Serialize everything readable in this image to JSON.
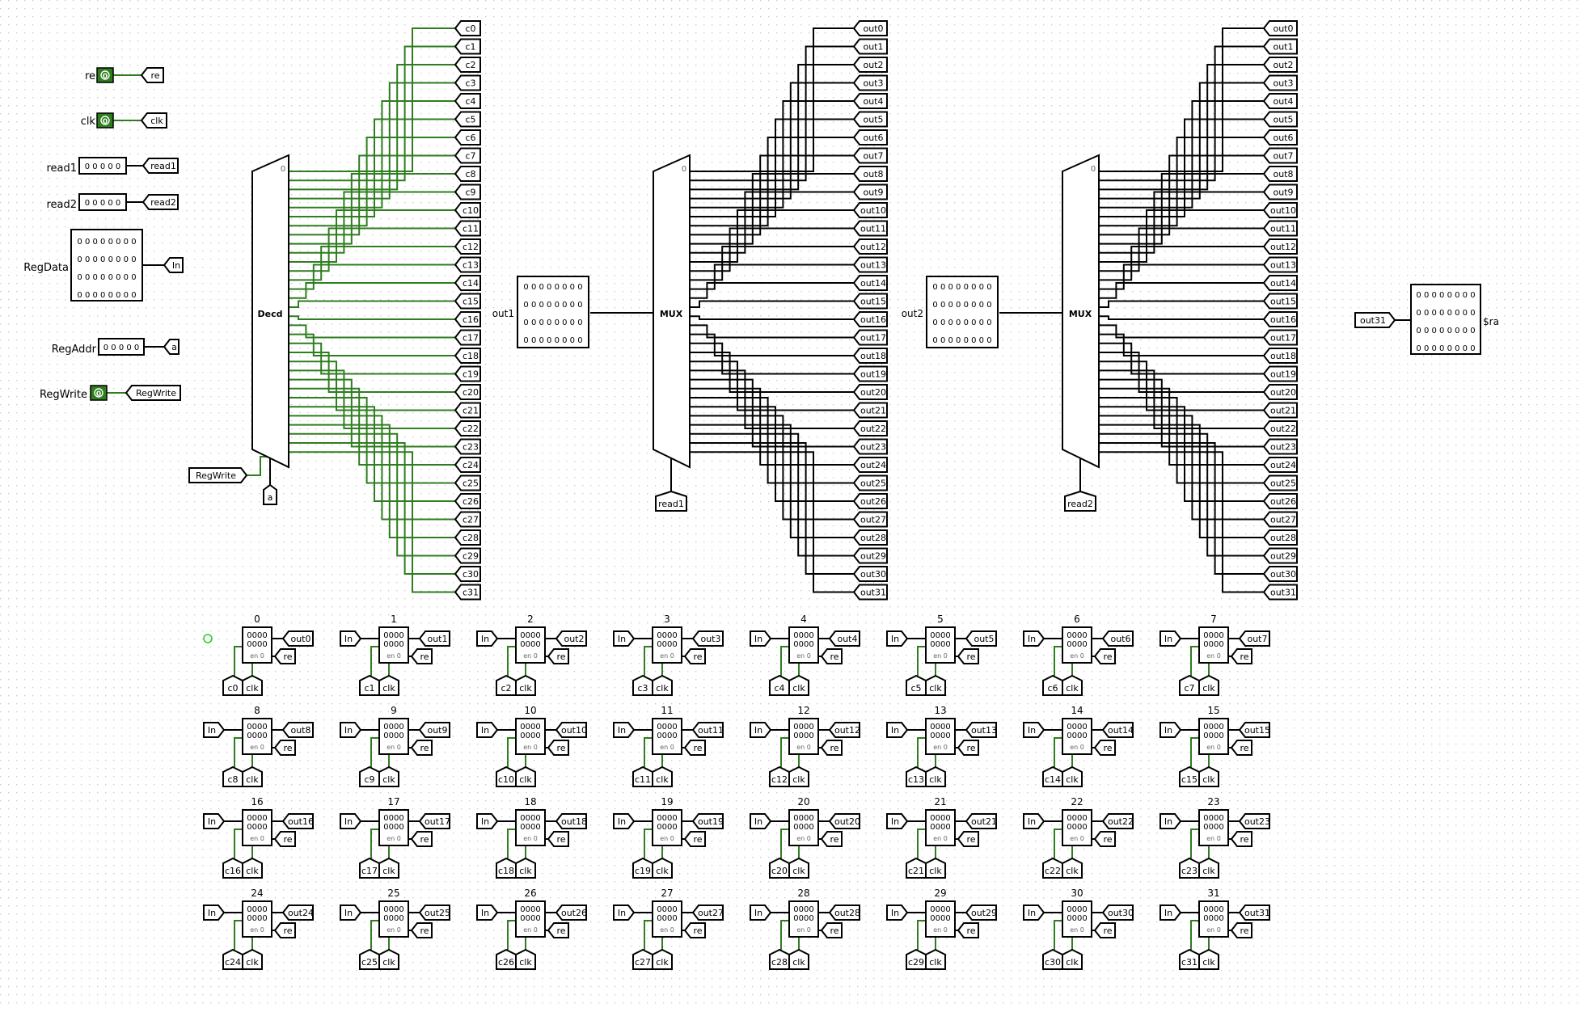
{
  "colors": {
    "wire_active": "#2e7d1f",
    "wire_idle": "#000000",
    "pin_fill": "#2e7d1f",
    "grid_dot": "#c8c8c8",
    "reset_indicator": "#22cc22",
    "background": "#ffffff"
  },
  "icons": {
    "reset": "circle-outline-icon"
  },
  "inputs": {
    "re": {
      "label": "re",
      "value": "0",
      "tunnel": "re"
    },
    "clk": {
      "label": "clk",
      "value": "0",
      "tunnel": "clk"
    },
    "read1": {
      "label": "read1",
      "value": "0 0 0 0 0",
      "tunnel": "read1"
    },
    "read2": {
      "label": "read2",
      "value": "0 0 0 0 0",
      "tunnel": "read2"
    },
    "regdata": {
      "label": "RegData",
      "rows": [
        "0 0 0 0 0 0 0 0",
        "0 0 0 0 0 0 0 0",
        "0 0 0 0 0 0 0 0",
        "0 0 0 0 0 0 0 0"
      ],
      "tunnel": "In"
    },
    "regaddr": {
      "label": "RegAddr",
      "value": "0 0 0 0 0",
      "tunnel": "a"
    },
    "regwrite": {
      "label": "RegWrite",
      "value": "0",
      "tunnel": "RegWrite"
    }
  },
  "decoder": {
    "label": "Decd",
    "pin0": "0",
    "enable_tunnel": "RegWrite",
    "select_tunnel": "a",
    "outputs": [
      "c0",
      "c1",
      "c2",
      "c3",
      "c4",
      "c5",
      "c6",
      "c7",
      "c8",
      "c9",
      "c10",
      "c11",
      "c12",
      "c13",
      "c14",
      "c15",
      "c16",
      "c17",
      "c18",
      "c19",
      "c20",
      "c21",
      "c22",
      "c23",
      "c24",
      "c25",
      "c26",
      "c27",
      "c28",
      "c29",
      "c30",
      "c31"
    ]
  },
  "mux1": {
    "label": "MUX",
    "pin0": "0",
    "select_tunnel": "read1",
    "out_label": "out1",
    "out_rows": [
      "0 0 0 0 0 0 0 0",
      "0 0 0 0 0 0 0 0",
      "0 0 0 0 0 0 0 0",
      "0 0 0 0 0 0 0 0"
    ],
    "inputs": [
      "out0",
      "out1",
      "out2",
      "out3",
      "out4",
      "out5",
      "out6",
      "out7",
      "out8",
      "out9",
      "out10",
      "out11",
      "out12",
      "out13",
      "out14",
      "out15",
      "out16",
      "out17",
      "out18",
      "out19",
      "out20",
      "out21",
      "out22",
      "out23",
      "out24",
      "out25",
      "out26",
      "out27",
      "out28",
      "out29",
      "out30",
      "out31"
    ]
  },
  "mux2": {
    "label": "MUX",
    "pin0": "0",
    "select_tunnel": "read2",
    "out_label": "out2",
    "out_rows": [
      "0 0 0 0 0 0 0 0",
      "0 0 0 0 0 0 0 0",
      "0 0 0 0 0 0 0 0",
      "0 0 0 0 0 0 0 0"
    ],
    "inputs": [
      "out0",
      "out1",
      "out2",
      "out3",
      "out4",
      "out5",
      "out6",
      "out7",
      "out8",
      "out9",
      "out10",
      "out11",
      "out12",
      "out13",
      "out14",
      "out15",
      "out16",
      "out17",
      "out18",
      "out19",
      "out20",
      "out21",
      "out22",
      "out23",
      "out24",
      "out25",
      "out26",
      "out27",
      "out28",
      "out29",
      "out30",
      "out31"
    ]
  },
  "ra_probe": {
    "tunnel": "out31",
    "label": "$ra",
    "rows": [
      "0 0 0 0 0 0 0 0",
      "0 0 0 0 0 0 0 0",
      "0 0 0 0 0 0 0 0",
      "0 0 0 0 0 0 0 0"
    ]
  },
  "registers": {
    "in_tunnel": "In",
    "clk_tunnel": "clk",
    "reset_tunnel": "re",
    "value_rows": [
      "0000",
      "0000"
    ],
    "sub_label": "en 0",
    "items": [
      {
        "index": "0",
        "out": "out0",
        "en": "c0"
      },
      {
        "index": "1",
        "out": "out1",
        "en": "c1"
      },
      {
        "index": "2",
        "out": "out2",
        "en": "c2"
      },
      {
        "index": "3",
        "out": "out3",
        "en": "c3"
      },
      {
        "index": "4",
        "out": "out4",
        "en": "c4"
      },
      {
        "index": "5",
        "out": "out5",
        "en": "c5"
      },
      {
        "index": "6",
        "out": "out6",
        "en": "c6"
      },
      {
        "index": "7",
        "out": "out7",
        "en": "c7"
      },
      {
        "index": "8",
        "out": "out8",
        "en": "c8"
      },
      {
        "index": "9",
        "out": "out9",
        "en": "c9"
      },
      {
        "index": "10",
        "out": "out10",
        "en": "c10"
      },
      {
        "index": "11",
        "out": "out11",
        "en": "c11"
      },
      {
        "index": "12",
        "out": "out12",
        "en": "c12"
      },
      {
        "index": "13",
        "out": "out13",
        "en": "c13"
      },
      {
        "index": "14",
        "out": "out14",
        "en": "c14"
      },
      {
        "index": "15",
        "out": "out15",
        "en": "c15"
      },
      {
        "index": "16",
        "out": "out16",
        "en": "c16"
      },
      {
        "index": "17",
        "out": "out17",
        "en": "c17"
      },
      {
        "index": "18",
        "out": "out18",
        "en": "c18"
      },
      {
        "index": "19",
        "out": "out19",
        "en": "c19"
      },
      {
        "index": "20",
        "out": "out20",
        "en": "c20"
      },
      {
        "index": "21",
        "out": "out21",
        "en": "c21"
      },
      {
        "index": "22",
        "out": "out22",
        "en": "c22"
      },
      {
        "index": "23",
        "out": "out23",
        "en": "c23"
      },
      {
        "index": "24",
        "out": "out24",
        "en": "c24"
      },
      {
        "index": "25",
        "out": "out25",
        "en": "c25"
      },
      {
        "index": "26",
        "out": "out26",
        "en": "c26"
      },
      {
        "index": "27",
        "out": "out27",
        "en": "c27"
      },
      {
        "index": "28",
        "out": "out28",
        "en": "c28"
      },
      {
        "index": "29",
        "out": "out29",
        "en": "c29"
      },
      {
        "index": "30",
        "out": "out30",
        "en": "c30"
      },
      {
        "index": "31",
        "out": "out31",
        "en": "c31"
      }
    ]
  }
}
